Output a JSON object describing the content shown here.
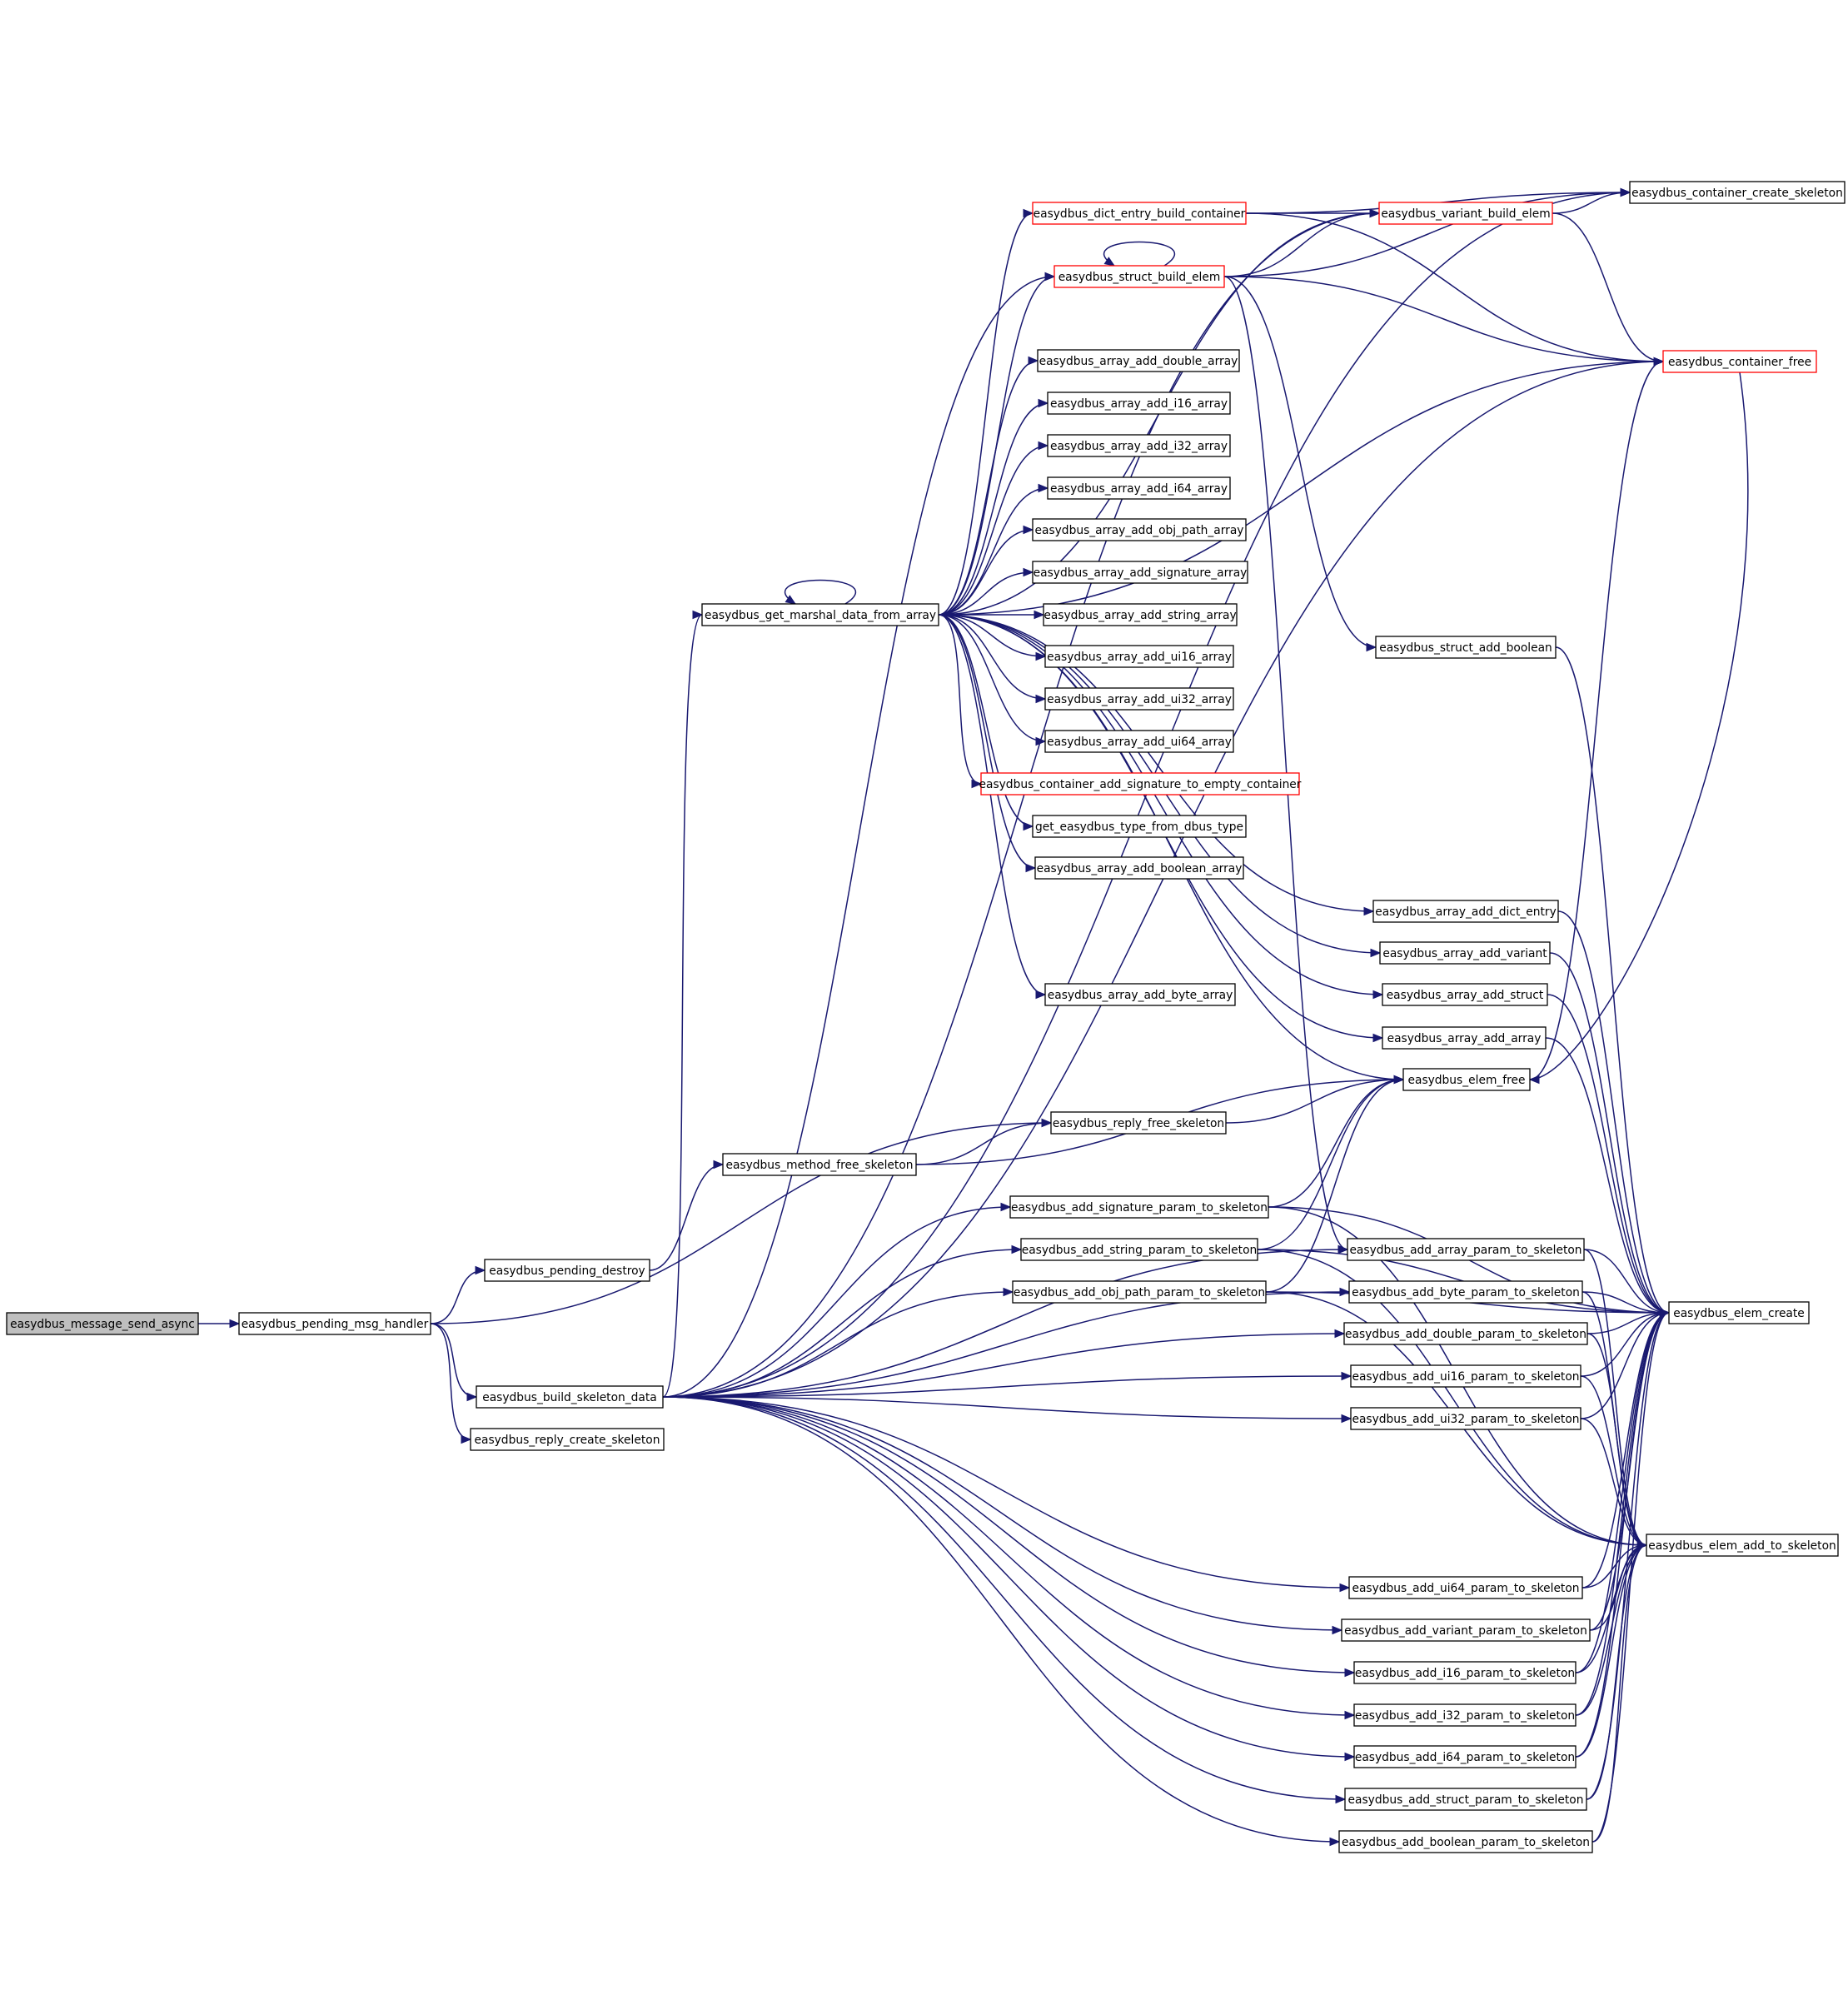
{
  "colors": {
    "edge": "#191970",
    "box_border": "#000000",
    "incomplete_border": "#ff0000",
    "root_fill": "#bfbfbf",
    "fill": "#ffffff"
  },
  "nodes": [
    {
      "id": "easydbus_message_send_async",
      "label": "easydbus_message_send_async",
      "style": "root"
    },
    {
      "id": "easydbus_pending_msg_handler",
      "label": "easydbus_pending_msg_handler",
      "style": "normal"
    },
    {
      "id": "easydbus_pending_destroy",
      "label": "easydbus_pending_destroy",
      "style": "normal"
    },
    {
      "id": "easydbus_build_skeleton_data",
      "label": "easydbus_build_skeleton_data",
      "style": "normal"
    },
    {
      "id": "easydbus_reply_create_skeleton",
      "label": "easydbus_reply_create_skeleton",
      "style": "normal"
    },
    {
      "id": "easydbus_get_marshal_data_from_array",
      "label": "easydbus_get_marshal_data_from_array",
      "style": "normal"
    },
    {
      "id": "easydbus_method_free_skeleton",
      "label": "easydbus_method_free_skeleton",
      "style": "normal"
    },
    {
      "id": "easydbus_reply_free_skeleton",
      "label": "easydbus_reply_free_skeleton",
      "style": "normal"
    },
    {
      "id": "easydbus_dict_entry_build_container",
      "label": "easydbus_dict_entry_build_container",
      "style": "incomplete"
    },
    {
      "id": "easydbus_struct_build_elem",
      "label": "easydbus_struct_build_elem",
      "style": "incomplete"
    },
    {
      "id": "easydbus_array_add_double_array",
      "label": "easydbus_array_add_double_array",
      "style": "normal"
    },
    {
      "id": "easydbus_array_add_i16_array",
      "label": "easydbus_array_add_i16_array",
      "style": "normal"
    },
    {
      "id": "easydbus_array_add_i32_array",
      "label": "easydbus_array_add_i32_array",
      "style": "normal"
    },
    {
      "id": "easydbus_array_add_i64_array",
      "label": "easydbus_array_add_i64_array",
      "style": "normal"
    },
    {
      "id": "easydbus_array_add_obj_path_array",
      "label": "easydbus_array_add_obj_path_array",
      "style": "normal"
    },
    {
      "id": "easydbus_array_add_signature_array",
      "label": "easydbus_array_add_signature_array",
      "style": "normal"
    },
    {
      "id": "easydbus_array_add_string_array",
      "label": "easydbus_array_add_string_array",
      "style": "normal"
    },
    {
      "id": "easydbus_array_add_ui16_array",
      "label": "easydbus_array_add_ui16_array",
      "style": "normal"
    },
    {
      "id": "easydbus_array_add_ui32_array",
      "label": "easydbus_array_add_ui32_array",
      "style": "normal"
    },
    {
      "id": "easydbus_array_add_ui64_array",
      "label": "easydbus_array_add_ui64_array",
      "style": "normal"
    },
    {
      "id": "easydbus_container_add_signature_to_empty_container",
      "label": "easydbus_container_add_signature_to_empty_container",
      "style": "incomplete"
    },
    {
      "id": "get_easydbus_type_from_dbus_type",
      "label": "get_easydbus_type_from_dbus_type",
      "style": "normal"
    },
    {
      "id": "easydbus_array_add_boolean_array",
      "label": "easydbus_array_add_boolean_array",
      "style": "normal"
    },
    {
      "id": "easydbus_array_add_byte_array",
      "label": "easydbus_array_add_byte_array",
      "style": "normal"
    },
    {
      "id": "easydbus_add_signature_param_to_skeleton",
      "label": "easydbus_add_signature_param_to_skeleton",
      "style": "normal"
    },
    {
      "id": "easydbus_add_string_param_to_skeleton",
      "label": "easydbus_add_string_param_to_skeleton",
      "style": "normal"
    },
    {
      "id": "easydbus_add_obj_path_param_to_skeleton",
      "label": "easydbus_add_obj_path_param_to_skeleton",
      "style": "normal"
    },
    {
      "id": "easydbus_variant_build_elem",
      "label": "easydbus_variant_build_elem",
      "style": "incomplete"
    },
    {
      "id": "easydbus_struct_add_boolean",
      "label": "easydbus_struct_add_boolean",
      "style": "normal"
    },
    {
      "id": "easydbus_array_add_dict_entry",
      "label": "easydbus_array_add_dict_entry",
      "style": "normal"
    },
    {
      "id": "easydbus_array_add_variant",
      "label": "easydbus_array_add_variant",
      "style": "normal"
    },
    {
      "id": "easydbus_array_add_struct",
      "label": "easydbus_array_add_struct",
      "style": "normal"
    },
    {
      "id": "easydbus_array_add_array",
      "label": "easydbus_array_add_array",
      "style": "normal"
    },
    {
      "id": "easydbus_elem_free",
      "label": "easydbus_elem_free",
      "style": "normal"
    },
    {
      "id": "easydbus_add_array_param_to_skeleton",
      "label": "easydbus_add_array_param_to_skeleton",
      "style": "normal"
    },
    {
      "id": "easydbus_add_byte_param_to_skeleton",
      "label": "easydbus_add_byte_param_to_skeleton",
      "style": "normal"
    },
    {
      "id": "easydbus_add_double_param_to_skeleton",
      "label": "easydbus_add_double_param_to_skeleton",
      "style": "normal"
    },
    {
      "id": "easydbus_add_ui16_param_to_skeleton",
      "label": "easydbus_add_ui16_param_to_skeleton",
      "style": "normal"
    },
    {
      "id": "easydbus_add_ui32_param_to_skeleton",
      "label": "easydbus_add_ui32_param_to_skeleton",
      "style": "normal"
    },
    {
      "id": "easydbus_add_ui64_param_to_skeleton",
      "label": "easydbus_add_ui64_param_to_skeleton",
      "style": "normal"
    },
    {
      "id": "easydbus_add_variant_param_to_skeleton",
      "label": "easydbus_add_variant_param_to_skeleton",
      "style": "normal"
    },
    {
      "id": "easydbus_add_i16_param_to_skeleton",
      "label": "easydbus_add_i16_param_to_skeleton",
      "style": "normal"
    },
    {
      "id": "easydbus_add_i32_param_to_skeleton",
      "label": "easydbus_add_i32_param_to_skeleton",
      "style": "normal"
    },
    {
      "id": "easydbus_add_i64_param_to_skeleton",
      "label": "easydbus_add_i64_param_to_skeleton",
      "style": "normal"
    },
    {
      "id": "easydbus_add_struct_param_to_skeleton",
      "label": "easydbus_add_struct_param_to_skeleton",
      "style": "normal"
    },
    {
      "id": "easydbus_add_boolean_param_to_skeleton",
      "label": "easydbus_add_boolean_param_to_skeleton",
      "style": "normal"
    },
    {
      "id": "easydbus_container_create_skeleton",
      "label": "easydbus_container_create_skeleton",
      "style": "normal"
    },
    {
      "id": "easydbus_container_free",
      "label": "easydbus_container_free",
      "style": "incomplete"
    },
    {
      "id": "easydbus_elem_create",
      "label": "easydbus_elem_create",
      "style": "normal"
    },
    {
      "id": "easydbus_elem_add_to_skeleton",
      "label": "easydbus_elem_add_to_skeleton",
      "style": "normal"
    }
  ],
  "edges": [
    {
      "from": "easydbus_message_send_async",
      "to": "easydbus_pending_msg_handler"
    },
    {
      "from": "easydbus_pending_msg_handler",
      "to": "easydbus_reply_free_skeleton"
    },
    {
      "from": "easydbus_pending_msg_handler",
      "to": "easydbus_pending_destroy"
    },
    {
      "from": "easydbus_pending_msg_handler",
      "to": "easydbus_build_skeleton_data"
    },
    {
      "from": "easydbus_pending_msg_handler",
      "to": "easydbus_reply_create_skeleton"
    },
    {
      "from": "easydbus_pending_destroy",
      "to": "easydbus_method_free_skeleton"
    },
    {
      "from": "easydbus_method_free_skeleton",
      "to": "easydbus_reply_free_skeleton"
    },
    {
      "from": "easydbus_method_free_skeleton",
      "to": "easydbus_elem_free"
    },
    {
      "from": "easydbus_reply_free_skeleton",
      "to": "easydbus_elem_free"
    },
    {
      "from": "easydbus_build_skeleton_data",
      "to": "easydbus_get_marshal_data_from_array"
    },
    {
      "from": "easydbus_build_skeleton_data",
      "to": "easydbus_container_create_skeleton"
    },
    {
      "from": "easydbus_build_skeleton_data",
      "to": "easydbus_variant_build_elem"
    },
    {
      "from": "easydbus_build_skeleton_data",
      "to": "easydbus_struct_build_elem"
    },
    {
      "from": "easydbus_build_skeleton_data",
      "to": "easydbus_container_free"
    },
    {
      "from": "easydbus_build_skeleton_data",
      "to": "easydbus_add_signature_param_to_skeleton"
    },
    {
      "from": "easydbus_build_skeleton_data",
      "to": "easydbus_add_string_param_to_skeleton"
    },
    {
      "from": "easydbus_build_skeleton_data",
      "to": "easydbus_add_obj_path_param_to_skeleton"
    },
    {
      "from": "easydbus_build_skeleton_data",
      "to": "easydbus_add_array_param_to_skeleton"
    },
    {
      "from": "easydbus_build_skeleton_data",
      "to": "easydbus_add_byte_param_to_skeleton"
    },
    {
      "from": "easydbus_build_skeleton_data",
      "to": "easydbus_add_double_param_to_skeleton"
    },
    {
      "from": "easydbus_build_skeleton_data",
      "to": "easydbus_add_ui16_param_to_skeleton"
    },
    {
      "from": "easydbus_build_skeleton_data",
      "to": "easydbus_add_ui32_param_to_skeleton"
    },
    {
      "from": "easydbus_build_skeleton_data",
      "to": "easydbus_add_ui64_param_to_skeleton"
    },
    {
      "from": "easydbus_build_skeleton_data",
      "to": "easydbus_add_variant_param_to_skeleton"
    },
    {
      "from": "easydbus_build_skeleton_data",
      "to": "easydbus_add_i16_param_to_skeleton"
    },
    {
      "from": "easydbus_build_skeleton_data",
      "to": "easydbus_add_i32_param_to_skeleton"
    },
    {
      "from": "easydbus_build_skeleton_data",
      "to": "easydbus_add_i64_param_to_skeleton"
    },
    {
      "from": "easydbus_build_skeleton_data",
      "to": "easydbus_add_struct_param_to_skeleton"
    },
    {
      "from": "easydbus_build_skeleton_data",
      "to": "easydbus_add_boolean_param_to_skeleton"
    },
    {
      "from": "easydbus_get_marshal_data_from_array",
      "to": "easydbus_get_marshal_data_from_array"
    },
    {
      "from": "easydbus_get_marshal_data_from_array",
      "to": "easydbus_dict_entry_build_container"
    },
    {
      "from": "easydbus_get_marshal_data_from_array",
      "to": "easydbus_struct_build_elem"
    },
    {
      "from": "easydbus_get_marshal_data_from_array",
      "to": "easydbus_variant_build_elem"
    },
    {
      "from": "easydbus_get_marshal_data_from_array",
      "to": "easydbus_container_free"
    },
    {
      "from": "easydbus_get_marshal_data_from_array",
      "to": "easydbus_array_add_double_array"
    },
    {
      "from": "easydbus_get_marshal_data_from_array",
      "to": "easydbus_array_add_i16_array"
    },
    {
      "from": "easydbus_get_marshal_data_from_array",
      "to": "easydbus_array_add_i32_array"
    },
    {
      "from": "easydbus_get_marshal_data_from_array",
      "to": "easydbus_array_add_i64_array"
    },
    {
      "from": "easydbus_get_marshal_data_from_array",
      "to": "easydbus_array_add_obj_path_array"
    },
    {
      "from": "easydbus_get_marshal_data_from_array",
      "to": "easydbus_array_add_signature_array"
    },
    {
      "from": "easydbus_get_marshal_data_from_array",
      "to": "easydbus_array_add_string_array"
    },
    {
      "from": "easydbus_get_marshal_data_from_array",
      "to": "easydbus_array_add_ui16_array"
    },
    {
      "from": "easydbus_get_marshal_data_from_array",
      "to": "easydbus_array_add_ui32_array"
    },
    {
      "from": "easydbus_get_marshal_data_from_array",
      "to": "easydbus_array_add_ui64_array"
    },
    {
      "from": "easydbus_get_marshal_data_from_array",
      "to": "easydbus_container_add_signature_to_empty_container"
    },
    {
      "from": "easydbus_get_marshal_data_from_array",
      "to": "get_easydbus_type_from_dbus_type"
    },
    {
      "from": "easydbus_get_marshal_data_from_array",
      "to": "easydbus_array_add_boolean_array"
    },
    {
      "from": "easydbus_get_marshal_data_from_array",
      "to": "easydbus_array_add_dict_entry"
    },
    {
      "from": "easydbus_get_marshal_data_from_array",
      "to": "easydbus_array_add_variant"
    },
    {
      "from": "easydbus_get_marshal_data_from_array",
      "to": "easydbus_array_add_byte_array"
    },
    {
      "from": "easydbus_get_marshal_data_from_array",
      "to": "easydbus_array_add_struct"
    },
    {
      "from": "easydbus_get_marshal_data_from_array",
      "to": "easydbus_array_add_array"
    },
    {
      "from": "easydbus_get_marshal_data_from_array",
      "to": "easydbus_elem_free"
    },
    {
      "from": "easydbus_dict_entry_build_container",
      "to": "easydbus_variant_build_elem"
    },
    {
      "from": "easydbus_dict_entry_build_container",
      "to": "easydbus_container_create_skeleton"
    },
    {
      "from": "easydbus_dict_entry_build_container",
      "to": "easydbus_container_free"
    },
    {
      "from": "easydbus_struct_build_elem",
      "to": "easydbus_struct_build_elem"
    },
    {
      "from": "easydbus_struct_build_elem",
      "to": "easydbus_variant_build_elem"
    },
    {
      "from": "easydbus_struct_build_elem",
      "to": "easydbus_container_create_skeleton"
    },
    {
      "from": "easydbus_struct_build_elem",
      "to": "easydbus_container_free"
    },
    {
      "from": "easydbus_struct_build_elem",
      "to": "easydbus_struct_add_boolean"
    },
    {
      "from": "easydbus_struct_build_elem",
      "to": "easydbus_add_array_param_to_skeleton"
    },
    {
      "from": "easydbus_variant_build_elem",
      "to": "easydbus_container_create_skeleton"
    },
    {
      "from": "easydbus_variant_build_elem",
      "to": "easydbus_container_free"
    },
    {
      "from": "easydbus_elem_free",
      "to": "easydbus_container_free"
    },
    {
      "from": "easydbus_container_free",
      "to": "easydbus_elem_free"
    },
    {
      "from": "easydbus_struct_add_boolean",
      "to": "easydbus_elem_create"
    },
    {
      "from": "easydbus_array_add_dict_entry",
      "to": "easydbus_elem_create"
    },
    {
      "from": "easydbus_array_add_variant",
      "to": "easydbus_elem_create"
    },
    {
      "from": "easydbus_array_add_struct",
      "to": "easydbus_elem_create"
    },
    {
      "from": "easydbus_array_add_array",
      "to": "easydbus_elem_create"
    },
    {
      "from": "easydbus_add_signature_param_to_skeleton",
      "to": "easydbus_elem_free"
    },
    {
      "from": "easydbus_add_signature_param_to_skeleton",
      "to": "easydbus_elem_create"
    },
    {
      "from": "easydbus_add_signature_param_to_skeleton",
      "to": "easydbus_elem_add_to_skeleton"
    },
    {
      "from": "easydbus_add_string_param_to_skeleton",
      "to": "easydbus_elem_free"
    },
    {
      "from": "easydbus_add_string_param_to_skeleton",
      "to": "easydbus_elem_create"
    },
    {
      "from": "easydbus_add_string_param_to_skeleton",
      "to": "easydbus_elem_add_to_skeleton"
    },
    {
      "from": "easydbus_add_obj_path_param_to_skeleton",
      "to": "easydbus_elem_free"
    },
    {
      "from": "easydbus_add_obj_path_param_to_skeleton",
      "to": "easydbus_elem_create"
    },
    {
      "from": "easydbus_add_obj_path_param_to_skeleton",
      "to": "easydbus_elem_add_to_skeleton"
    },
    {
      "from": "easydbus_add_array_param_to_skeleton",
      "to": "easydbus_elem_create"
    },
    {
      "from": "easydbus_add_array_param_to_skeleton",
      "to": "easydbus_elem_add_to_skeleton"
    },
    {
      "from": "easydbus_add_byte_param_to_skeleton",
      "to": "easydbus_elem_create"
    },
    {
      "from": "easydbus_add_byte_param_to_skeleton",
      "to": "easydbus_elem_add_to_skeleton"
    },
    {
      "from": "easydbus_add_double_param_to_skeleton",
      "to": "easydbus_elem_create"
    },
    {
      "from": "easydbus_add_double_param_to_skeleton",
      "to": "easydbus_elem_add_to_skeleton"
    },
    {
      "from": "easydbus_add_ui16_param_to_skeleton",
      "to": "easydbus_elem_create"
    },
    {
      "from": "easydbus_add_ui16_param_to_skeleton",
      "to": "easydbus_elem_add_to_skeleton"
    },
    {
      "from": "easydbus_add_ui32_param_to_skeleton",
      "to": "easydbus_elem_create"
    },
    {
      "from": "easydbus_add_ui32_param_to_skeleton",
      "to": "easydbus_elem_add_to_skeleton"
    },
    {
      "from": "easydbus_add_ui64_param_to_skeleton",
      "to": "easydbus_elem_create"
    },
    {
      "from": "easydbus_add_ui64_param_to_skeleton",
      "to": "easydbus_elem_add_to_skeleton"
    },
    {
      "from": "easydbus_add_variant_param_to_skeleton",
      "to": "easydbus_elem_create"
    },
    {
      "from": "easydbus_add_variant_param_to_skeleton",
      "to": "easydbus_elem_add_to_skeleton"
    },
    {
      "from": "easydbus_add_i16_param_to_skeleton",
      "to": "easydbus_elem_create"
    },
    {
      "from": "easydbus_add_i16_param_to_skeleton",
      "to": "easydbus_elem_add_to_skeleton"
    },
    {
      "from": "easydbus_add_i32_param_to_skeleton",
      "to": "easydbus_elem_create"
    },
    {
      "from": "easydbus_add_i32_param_to_skeleton",
      "to": "easydbus_elem_add_to_skeleton"
    },
    {
      "from": "easydbus_add_i64_param_to_skeleton",
      "to": "easydbus_elem_create"
    },
    {
      "from": "easydbus_add_i64_param_to_skeleton",
      "to": "easydbus_elem_add_to_skeleton"
    },
    {
      "from": "easydbus_add_struct_param_to_skeleton",
      "to": "easydbus_elem_create"
    },
    {
      "from": "easydbus_add_struct_param_to_skeleton",
      "to": "easydbus_elem_add_to_skeleton"
    },
    {
      "from": "easydbus_add_boolean_param_to_skeleton",
      "to": "easydbus_elem_create"
    },
    {
      "from": "easydbus_add_boolean_param_to_skeleton",
      "to": "easydbus_elem_add_to_skeleton"
    }
  ]
}
